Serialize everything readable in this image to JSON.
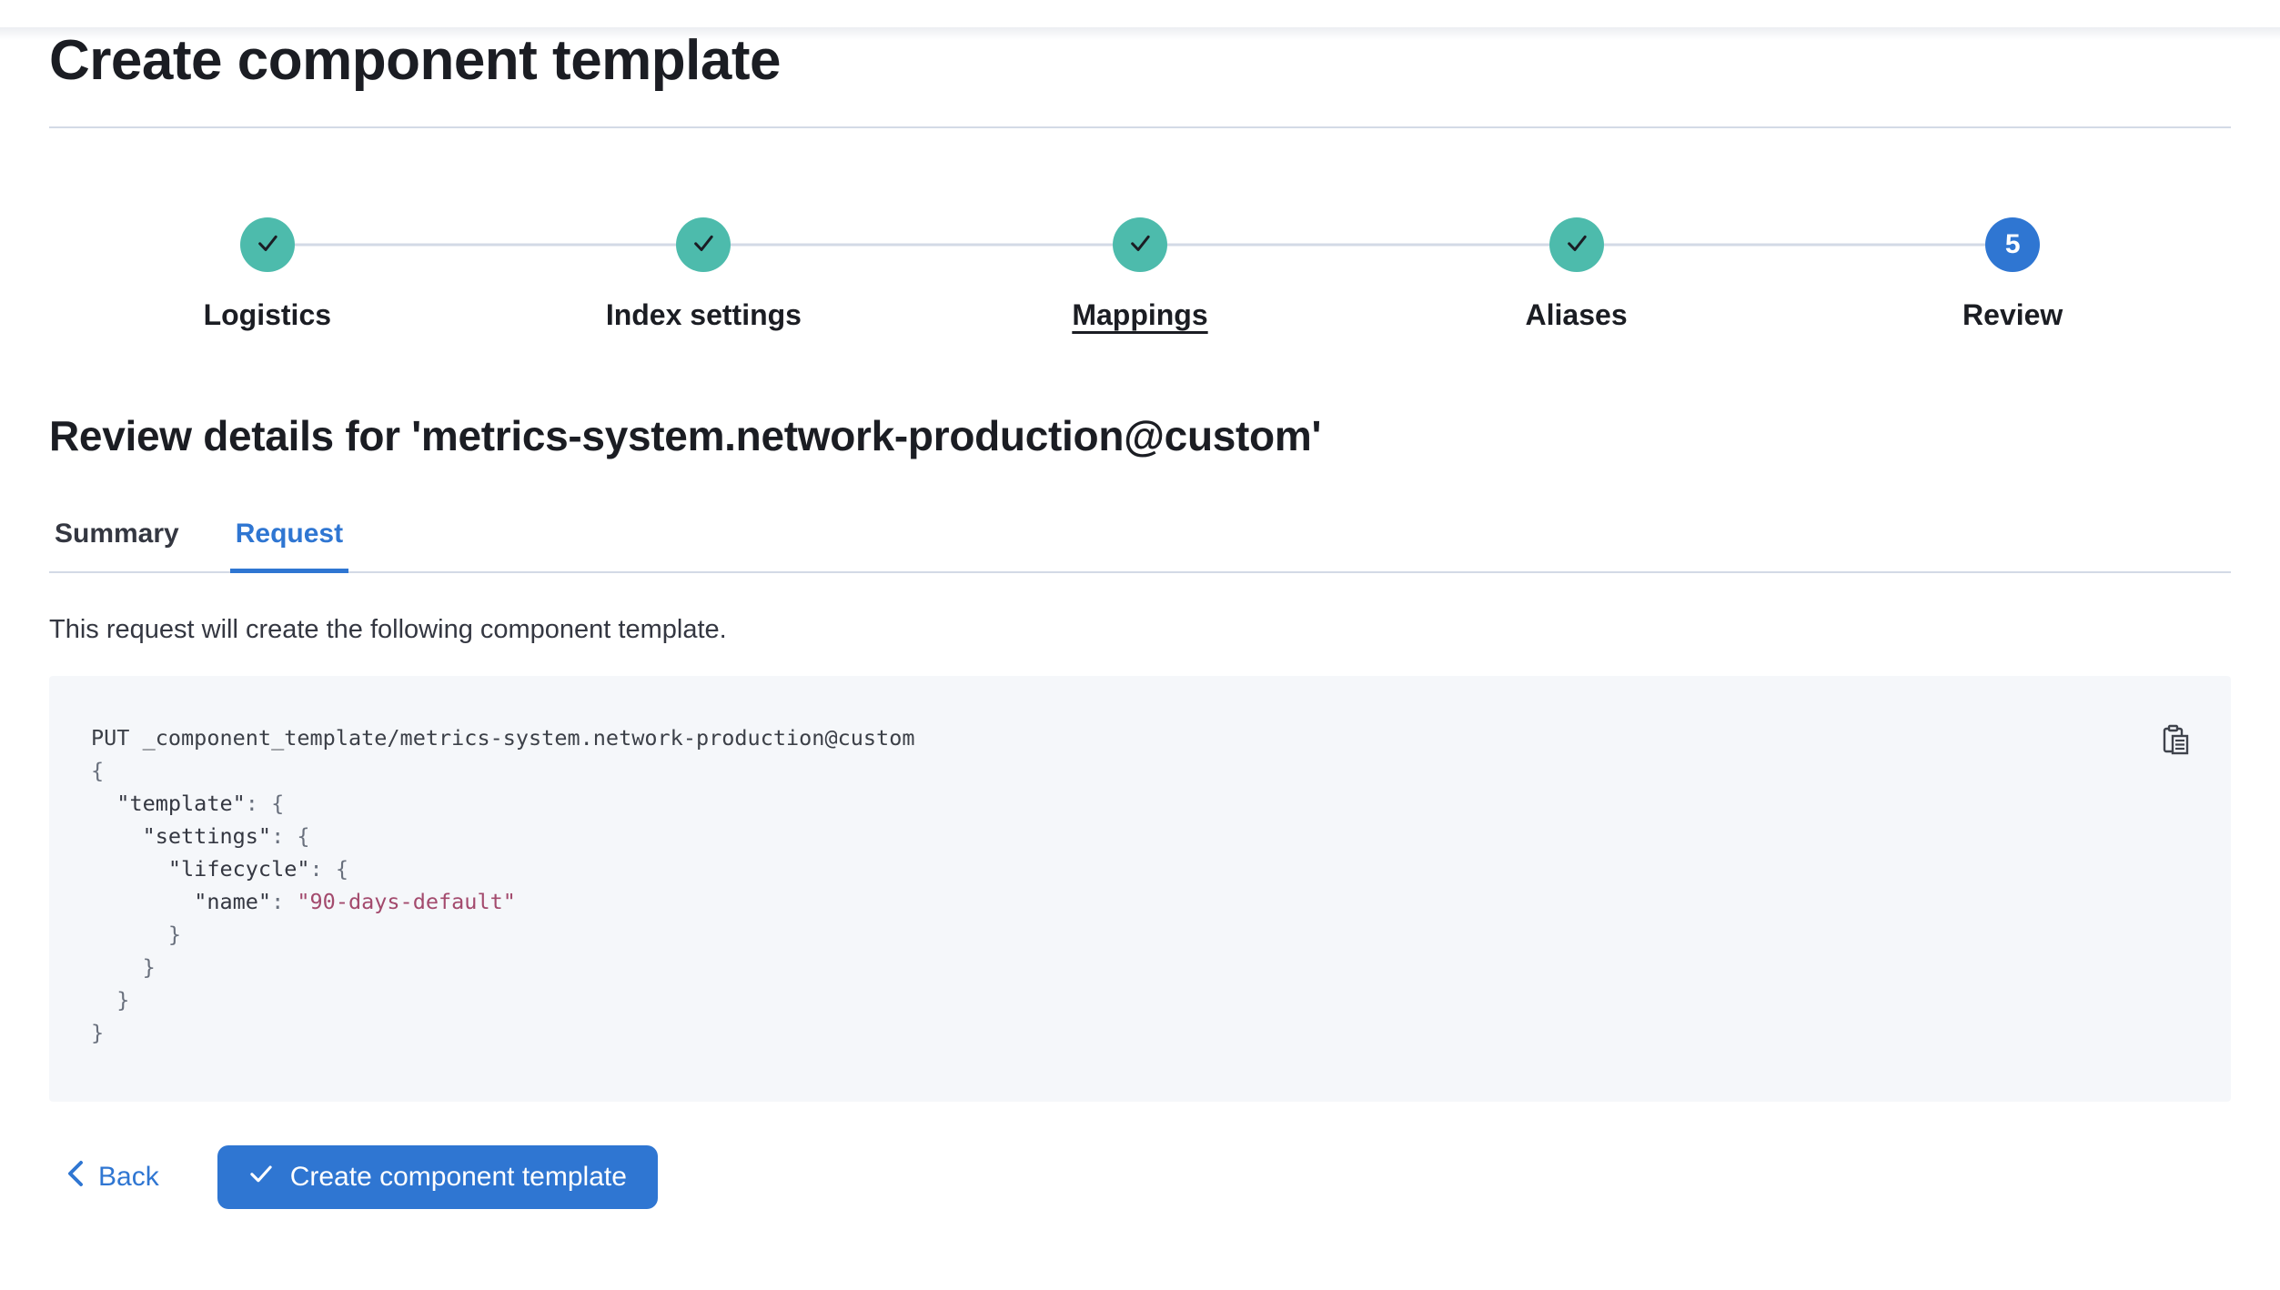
{
  "page": {
    "title": "Create component template"
  },
  "stepper": {
    "steps": [
      {
        "label": "Logistics",
        "status": "complete",
        "icon": "check-icon",
        "underlined": false
      },
      {
        "label": "Index settings",
        "status": "complete",
        "icon": "check-icon",
        "underlined": false
      },
      {
        "label": "Mappings",
        "status": "complete",
        "icon": "check-icon",
        "underlined": true
      },
      {
        "label": "Aliases",
        "status": "complete",
        "icon": "check-icon",
        "underlined": false
      },
      {
        "label": "Review",
        "status": "current",
        "number": "5",
        "underlined": false
      }
    ]
  },
  "review": {
    "heading": "Review details for 'metrics-system.network-production@custom'",
    "tabs": [
      {
        "label": "Summary",
        "active": false
      },
      {
        "label": "Request",
        "active": true
      }
    ],
    "description": "This request will create the following component template."
  },
  "code": {
    "copy_icon": "copy-clipboard-icon",
    "request_lines": [
      [
        {
          "text": "PUT _component_template/metrics-system.network-production@custom",
          "type": "plain"
        }
      ],
      [
        {
          "text": "{",
          "type": "punct"
        }
      ],
      [
        {
          "text": "  ",
          "type": "punct"
        },
        {
          "text": "\"template\"",
          "type": "key"
        },
        {
          "text": ": {",
          "type": "punct"
        }
      ],
      [
        {
          "text": "    ",
          "type": "punct"
        },
        {
          "text": "\"settings\"",
          "type": "key"
        },
        {
          "text": ": {",
          "type": "punct"
        }
      ],
      [
        {
          "text": "      ",
          "type": "punct"
        },
        {
          "text": "\"lifecycle\"",
          "type": "key"
        },
        {
          "text": ": {",
          "type": "punct"
        }
      ],
      [
        {
          "text": "        ",
          "type": "punct"
        },
        {
          "text": "\"name\"",
          "type": "key"
        },
        {
          "text": ": ",
          "type": "punct"
        },
        {
          "text": "\"90-days-default\"",
          "type": "str"
        }
      ],
      [
        {
          "text": "      }",
          "type": "punct"
        }
      ],
      [
        {
          "text": "    }",
          "type": "punct"
        }
      ],
      [
        {
          "text": "  }",
          "type": "punct"
        }
      ],
      [
        {
          "text": "}",
          "type": "punct"
        }
      ]
    ]
  },
  "footer": {
    "back_label": "Back",
    "back_icon": "chevron-left-icon",
    "create_label": "Create component template",
    "create_icon": "check-icon"
  },
  "colors": {
    "primary_blue": "#2f76d2",
    "success_teal": "#4dbbac",
    "divider_gray": "#d3dae6",
    "code_background": "#f5f7fa",
    "code_string_token": "#a34a6d",
    "heading_text": "#1b1d23"
  }
}
